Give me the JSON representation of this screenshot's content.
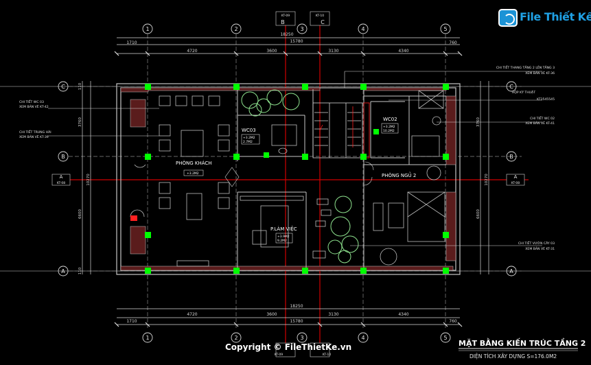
{
  "watermark": {
    "logo_text": "File Thiết Kế.vn",
    "copyright": "Copyright © FileThietKe.vn"
  },
  "title": {
    "main": "MẶT BẰNG KIẾN TRÚC TẦNG 2",
    "sub": "DIỆN TÍCH XÂY DỰNG S=176.0M2"
  },
  "grid_axes": {
    "columns": [
      "1",
      "2",
      "3",
      "4",
      "5"
    ],
    "rows": [
      "C",
      "B",
      "A"
    ],
    "section_markers": [
      "B",
      "C"
    ],
    "section_labels_top": [
      "KT-09",
      "KT-10"
    ],
    "section_labels_bottom": [
      "KT-09",
      "KT-10"
    ],
    "side_markers": [
      "A",
      "A"
    ],
    "side_labels": [
      "KT-08",
      "KT-08"
    ]
  },
  "dimensions": {
    "total": "18250",
    "inner_total": "15780",
    "segments": [
      "1710",
      "4720",
      "3600",
      "3130",
      "4340",
      "760"
    ],
    "vertical_left": [
      "110",
      "3760",
      "6600",
      "110"
    ],
    "vertical_right": [
      "3760",
      "6600"
    ],
    "overall_vertical": "10270"
  },
  "rooms": [
    {
      "name": "PHÒNG KHÁCH",
      "tag": "+3.2M2"
    },
    {
      "name": "WC03",
      "tag1": "+3.2M2",
      "tag2": "2.7M2"
    },
    {
      "name": "WC02",
      "tag1": "+3.2M2",
      "tag2": "10.2M2"
    },
    {
      "name": "P.LÀM VIỆC",
      "tag1": "+3.9M2",
      "tag2": "9.2M2"
    },
    {
      "name": "PHÒNG NGỦ 2"
    }
  ],
  "callouts_left": [
    {
      "line1": "CHI TIẾT WC 03",
      "line2": "XEM BẢN VẼ KT-42"
    },
    {
      "line1": "CHI TIẾT TRUNG HÀI",
      "line2": "XEM BẢN VẼ KT-39"
    }
  ],
  "callouts_right": [
    {
      "line1": "CHI TIẾT THANG TẦNG 2 LÊN TẦNG 3",
      "line2": "XEM BẢN VẼ KT-36"
    },
    {
      "line1": "HỘP KỸ THUẬT",
      "line2": "KT3545545"
    },
    {
      "line1": "CHI TIẾT WC 02",
      "line2": "XEM BẢN VẼ KT-41"
    },
    {
      "line1": "CHI TIẾT VƯỜN CÂY 03",
      "line2": "XEM BẢN VẼ KT-31"
    }
  ],
  "colors": {
    "background": "#000000",
    "wall": "#c8c8c8",
    "grid_line": "#d00000",
    "dimension": "#d8d8d8",
    "column": "#00ff00",
    "callout_text": "#e6e6e6",
    "room_label": "#ffffff",
    "accent_red": "#ff2020",
    "tree": "#8fe48f",
    "title_underline": "#e6e6e6"
  }
}
